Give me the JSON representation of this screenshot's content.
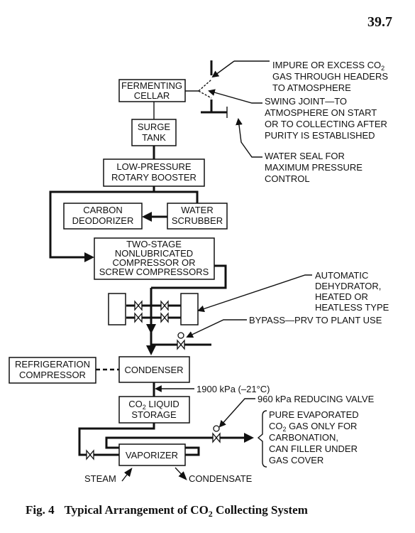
{
  "page_number": "39.7",
  "caption": {
    "fig": "Fig. 4",
    "pre": "Typical Arrangement of CO",
    "sub": "2",
    "post": " Collecting System"
  },
  "boxes": {
    "fermenting_cellar": [
      "FERMENTING",
      "CELLAR"
    ],
    "surge_tank": [
      "SURGE",
      "TANK"
    ],
    "booster": [
      "LOW-PRESSURE",
      "ROTARY BOOSTER"
    ],
    "carbon_deodorizer": [
      "CARBON",
      "DEODORIZER"
    ],
    "water_scrubber": [
      "WATER",
      "SCRUBBER"
    ],
    "compressor": [
      "TWO-STAGE",
      "NONLUBRICATED",
      "COMPRESSOR OR",
      "SCREW COMPRESSORS"
    ],
    "refrigeration_compressor": [
      "REFRIGERATION",
      "COMPRESSOR"
    ],
    "condenser": [
      "CONDENSER"
    ],
    "liquid_storage": {
      "line1_pre": "CO",
      "line1_sub": "2",
      "line1_post": " LIQUID",
      "line2": "STORAGE"
    },
    "vaporizer": [
      "VAPORIZER"
    ]
  },
  "annotations": {
    "impure_gas": {
      "line1_pre": "IMPURE OR EXCESS CO",
      "line1_sub": "2",
      "line2": "GAS THROUGH HEADERS",
      "line3": "TO ATMOSPHERE"
    },
    "swing_joint": [
      "SWING JOINT—TO",
      "ATMOSPHERE ON START",
      "OR TO COLLECTING AFTER",
      "PURITY IS ESTABLISHED"
    ],
    "water_seal": [
      "WATER SEAL FOR",
      "MAXIMUM PRESSURE",
      "CONTROL"
    ],
    "dehydrator": [
      "AUTOMATIC",
      "DEHYDRATOR,",
      "HEATED OR",
      "HEATLESS TYPE"
    ],
    "bypass": "BYPASS—PRV TO PLANT USE",
    "pressure": "1900 kPa (–21°C)",
    "reducing_valve": "960 kPa REDUCING VALVE",
    "pure_gas": {
      "line1": "PURE EVAPORATED",
      "line2_pre": "CO",
      "line2_sub": "2",
      "line2_post": " GAS ONLY FOR",
      "line3": "CARBONATION,",
      "line4": "CAN FILLER UNDER",
      "line5": "GAS COVER"
    },
    "steam": "STEAM",
    "condensate": "CONDENSATE"
  }
}
